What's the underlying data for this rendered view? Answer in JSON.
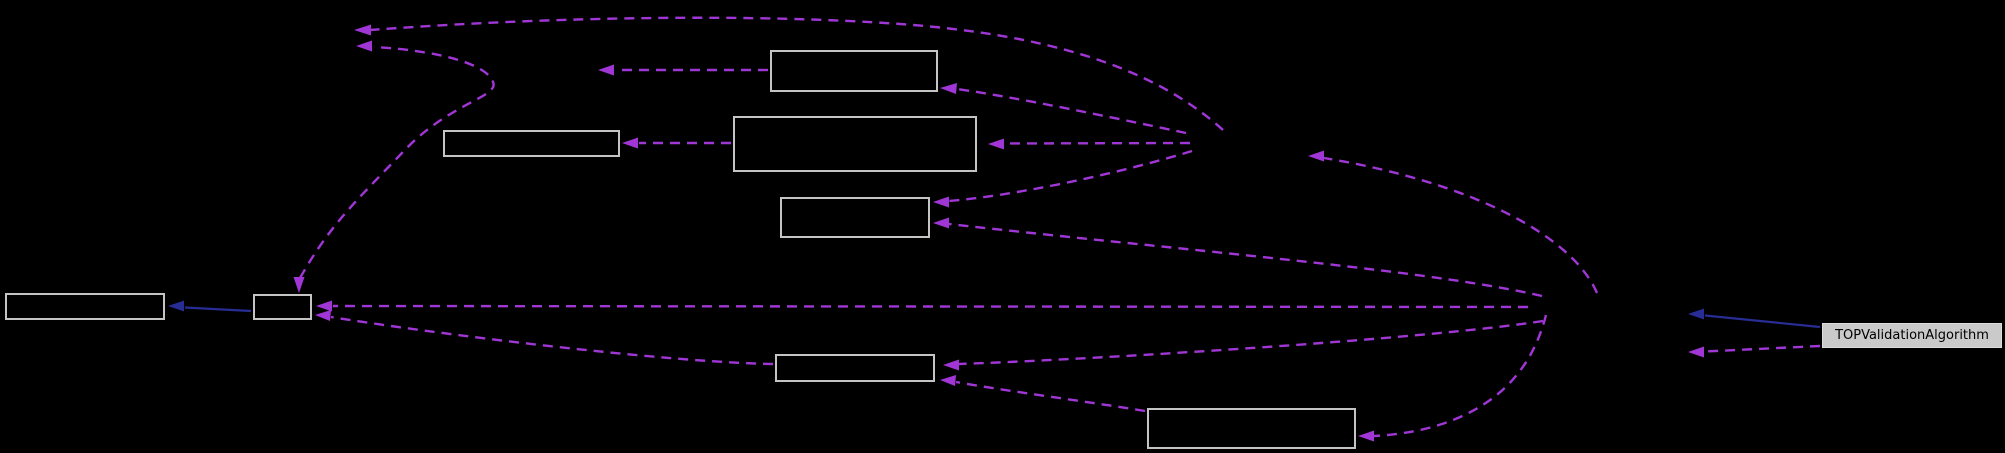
{
  "diagram": {
    "type": "collaboration-graph",
    "background": "#000000",
    "main_node": {
      "label": "TOPValidationAlgorithm"
    },
    "colors": {
      "usage_edge": "#A136D6",
      "inheritance_edge": "#272D94",
      "node_border": "#C4C4C4",
      "main_node_fill": "#CACACA",
      "main_node_text": "#000000"
    },
    "nodes": [
      {
        "id": "box-top",
        "label": ""
      },
      {
        "id": "box-large-middle",
        "label": ""
      },
      {
        "id": "box-mid-left",
        "label": ""
      },
      {
        "id": "box-mid-center",
        "label": ""
      },
      {
        "id": "box-far-left",
        "label": ""
      },
      {
        "id": "box-small-left",
        "label": ""
      },
      {
        "id": "box-bottom-center",
        "label": ""
      },
      {
        "id": "box-bottom-right",
        "label": ""
      },
      {
        "id": "main",
        "label": "TOPValidationAlgorithm"
      }
    ],
    "edges": [
      {
        "from": "hub-a",
        "to": "hidden-node-top-left",
        "style": "dashed"
      },
      {
        "from": "box-small-left",
        "to": "hidden-node-top-left",
        "style": "dashed"
      },
      {
        "from": "hidden-node-top-left",
        "to": "box-small-left",
        "style": "dashed"
      },
      {
        "from": "box-top",
        "to": "hidden-node-mid-left",
        "style": "dashed"
      },
      {
        "from": "box-large-middle",
        "to": "box-mid-left",
        "style": "dashed"
      },
      {
        "from": "hub-a",
        "to": "box-top",
        "style": "dashed"
      },
      {
        "from": "hub-a",
        "to": "box-large-middle",
        "style": "dashed"
      },
      {
        "from": "hub-a",
        "to": "box-mid-center",
        "style": "dashed"
      },
      {
        "from": "hub-b",
        "to": "hub-a",
        "style": "dashed"
      },
      {
        "from": "hub-b",
        "to": "box-mid-center",
        "style": "dashed"
      },
      {
        "from": "hub-b",
        "to": "box-small-left",
        "style": "dashed"
      },
      {
        "from": "hub-b",
        "to": "box-bottom-center",
        "style": "dashed"
      },
      {
        "from": "hub-b",
        "to": "box-bottom-right",
        "style": "dashed"
      },
      {
        "from": "box-bottom-center",
        "to": "box-small-left",
        "style": "dashed"
      },
      {
        "from": "box-bottom-right",
        "to": "box-bottom-center",
        "style": "dashed"
      },
      {
        "from": "main",
        "to": "hub-b",
        "style": "dashed"
      },
      {
        "from": "box-small-left",
        "to": "box-far-left",
        "style": "solid"
      },
      {
        "from": "main",
        "to": "hub-b",
        "style": "solid"
      }
    ]
  }
}
